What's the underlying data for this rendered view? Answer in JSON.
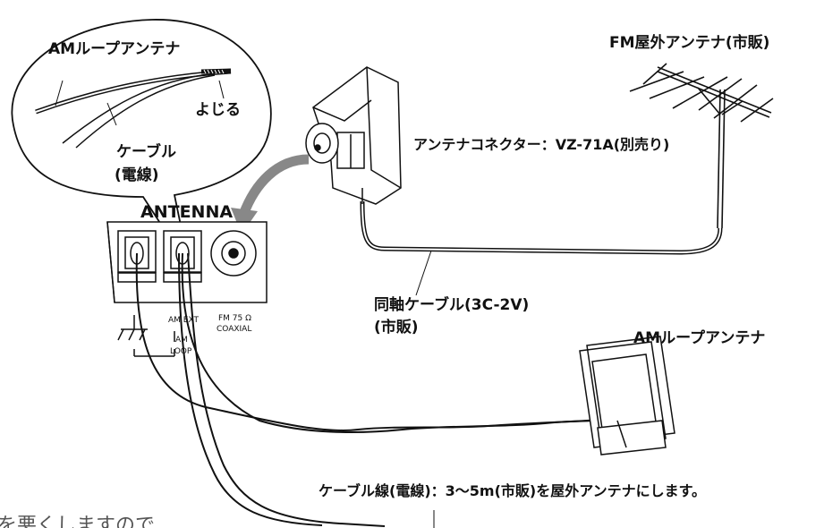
{
  "labels": {
    "fm_antenna": "FM屋外アンテナ(市販)",
    "am_loop_callout": "AMループアンテナ",
    "twist": "よじる",
    "cable_line1": "ケーブル",
    "cable_line2": "(電線)",
    "antenna_heading": "ANTENNA",
    "connector": "アンテナコネクター：VZ-71A(別売り)",
    "coax_line1": "同軸ケーブル(3C-2V)",
    "coax_line2": "(市販)",
    "am_loop": "AMループアンテナ",
    "am_ext": "AM EXT",
    "am": "AM",
    "loop": "LOOP",
    "fm75": "FM 75 Ω",
    "coaxial": "COAXIAL",
    "bottom_note": "ケーブル線(電線)：3〜5m(市販)を屋外アンテナにします。",
    "cutoff_text": "を悪くしますので"
  }
}
